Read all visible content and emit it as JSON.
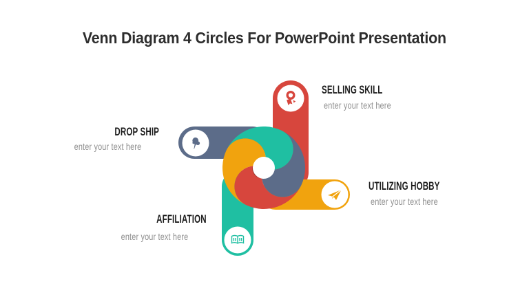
{
  "slide": {
    "title": "Venn Diagram 4 Circles For PowerPoint Presentation"
  },
  "colors": {
    "red": "#d7463d",
    "red_dark": "#9e3a31",
    "slate": "#5c6c89",
    "teal": "#1fbfa2",
    "orange": "#f1a30e",
    "white": "#ffffff",
    "title_text": "#2d2d2d",
    "label_text": "#1c1c1c",
    "placeholder_text": "#8f8f8f"
  },
  "diagram": {
    "items": [
      {
        "label": "SELLING SKILL",
        "placeholder": "enter your text here",
        "color": "#d7463d",
        "icon": "medal-icon"
      },
      {
        "label": "DROP SHIP",
        "placeholder": "enter your text here",
        "color": "#5c6c89",
        "icon": "pushpin-icon"
      },
      {
        "label": "UTILIZING HOBBY",
        "placeholder": "enter your text here",
        "color": "#f1a30e",
        "icon": "paper-plane-icon"
      },
      {
        "label": "AFFILIATION",
        "placeholder": "enter your text here",
        "color": "#1fbfa2",
        "icon": "open-book-icon"
      }
    ]
  }
}
